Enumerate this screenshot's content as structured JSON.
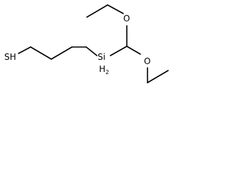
{
  "structure": {
    "atoms": {
      "thiol": "SH",
      "silicon": "Si",
      "silicon_h_count": "2",
      "oxygen_top": "O",
      "oxygen_bottom": "O"
    }
  }
}
